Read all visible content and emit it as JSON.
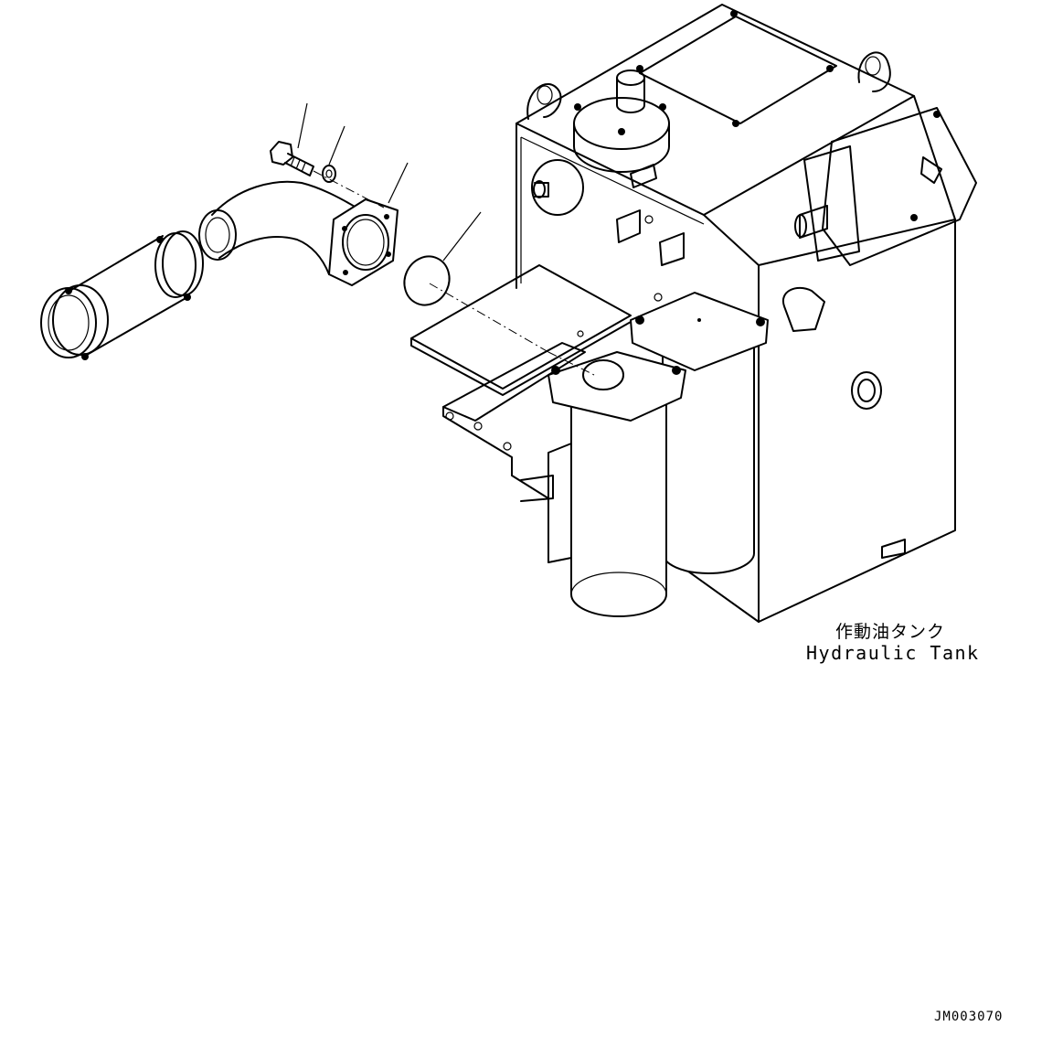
{
  "labels": {
    "part_name_jp": "作動油タンク",
    "part_name_en": "Hydraulic Tank",
    "drawing_code": "JM003070"
  }
}
